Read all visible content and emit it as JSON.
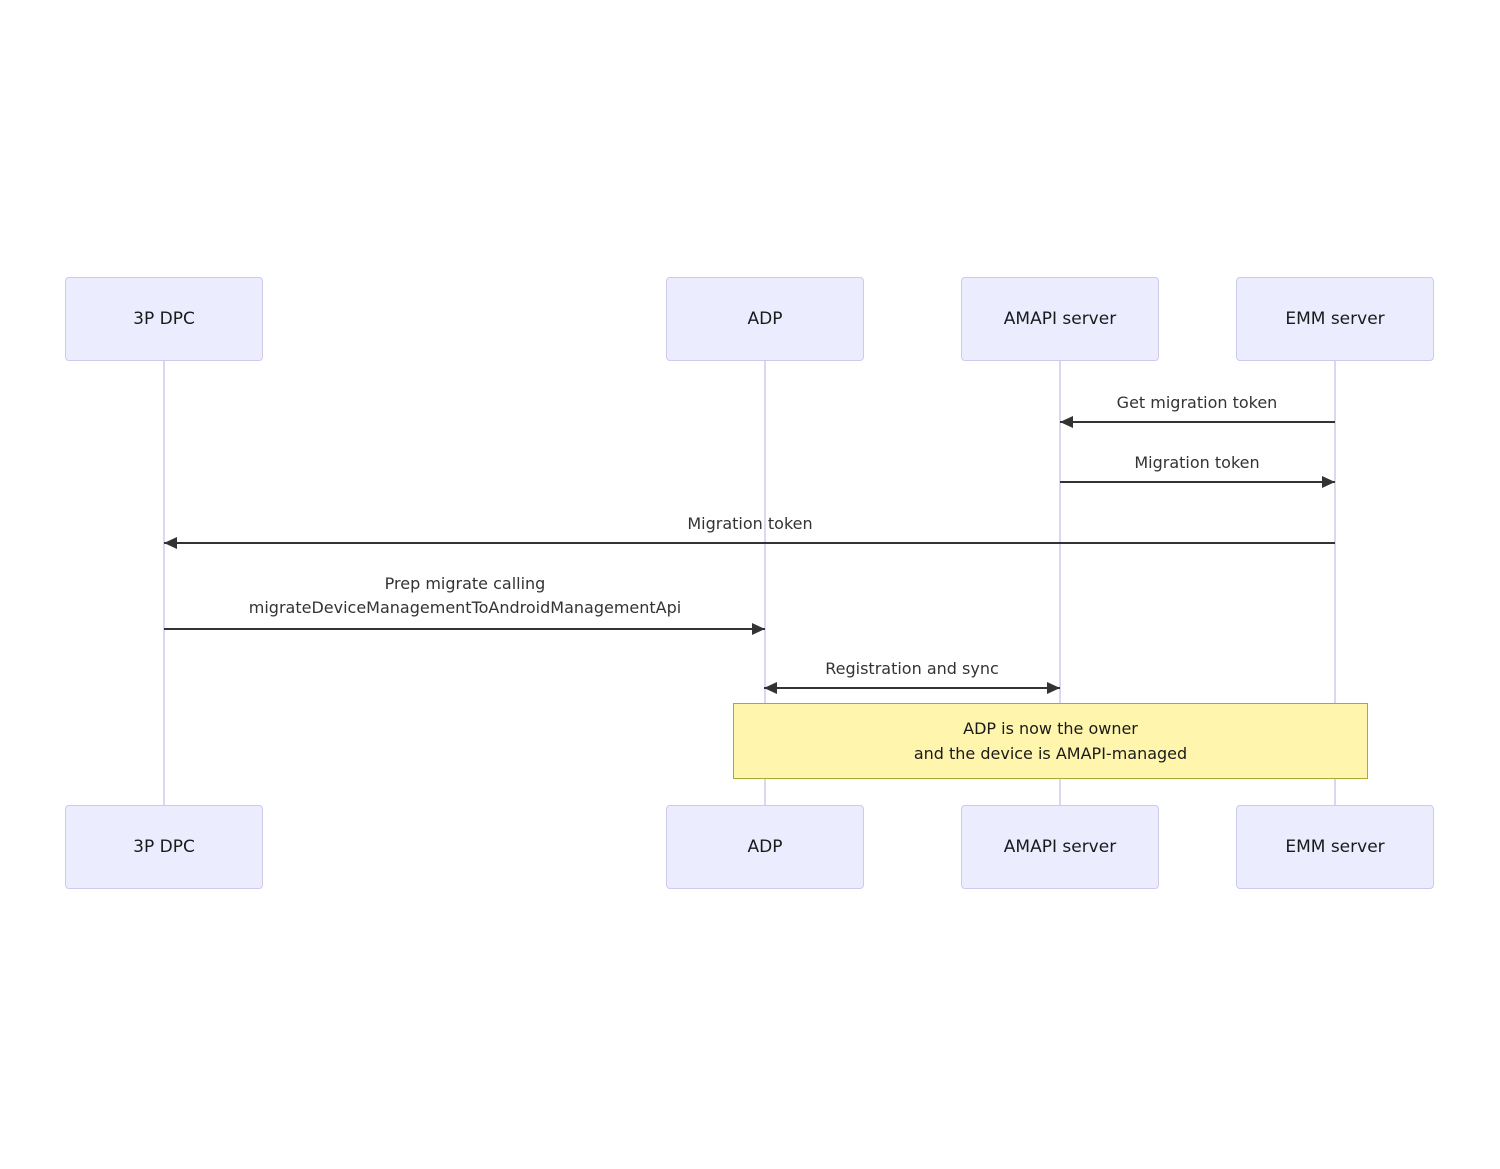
{
  "diagram": {
    "type": "sequence-diagram",
    "actors": [
      {
        "label": "3P DPC"
      },
      {
        "label": "ADP"
      },
      {
        "label": "AMAPI server"
      },
      {
        "label": "EMM server"
      }
    ],
    "messages": [
      {
        "from": "EMM server",
        "to": "AMAPI server",
        "arrow": "left",
        "label": "Get migration token"
      },
      {
        "from": "AMAPI server",
        "to": "EMM server",
        "arrow": "right",
        "label": "Migration token"
      },
      {
        "from": "EMM server",
        "to": "3P DPC",
        "arrow": "left",
        "label": "Migration token"
      },
      {
        "from": "3P DPC",
        "to": "ADP",
        "arrow": "right",
        "label_lines": [
          "Prep migrate calling",
          "migrateDeviceManagementToAndroidManagementApi"
        ]
      },
      {
        "from": "ADP",
        "to": "AMAPI server",
        "arrow": "both",
        "label": "Registration and sync"
      }
    ],
    "note": {
      "lines": [
        "ADP is now the owner",
        "and the device is AMAPI-managed"
      ]
    },
    "colors": {
      "actor_fill": "#ECECFF",
      "actor_border": "#CFC9EC",
      "lifeline": "#DCD6F2",
      "arrow": "#333333",
      "note_fill": "#FFF5AD",
      "note_border": "#AAAA33",
      "text": "#333333"
    }
  }
}
